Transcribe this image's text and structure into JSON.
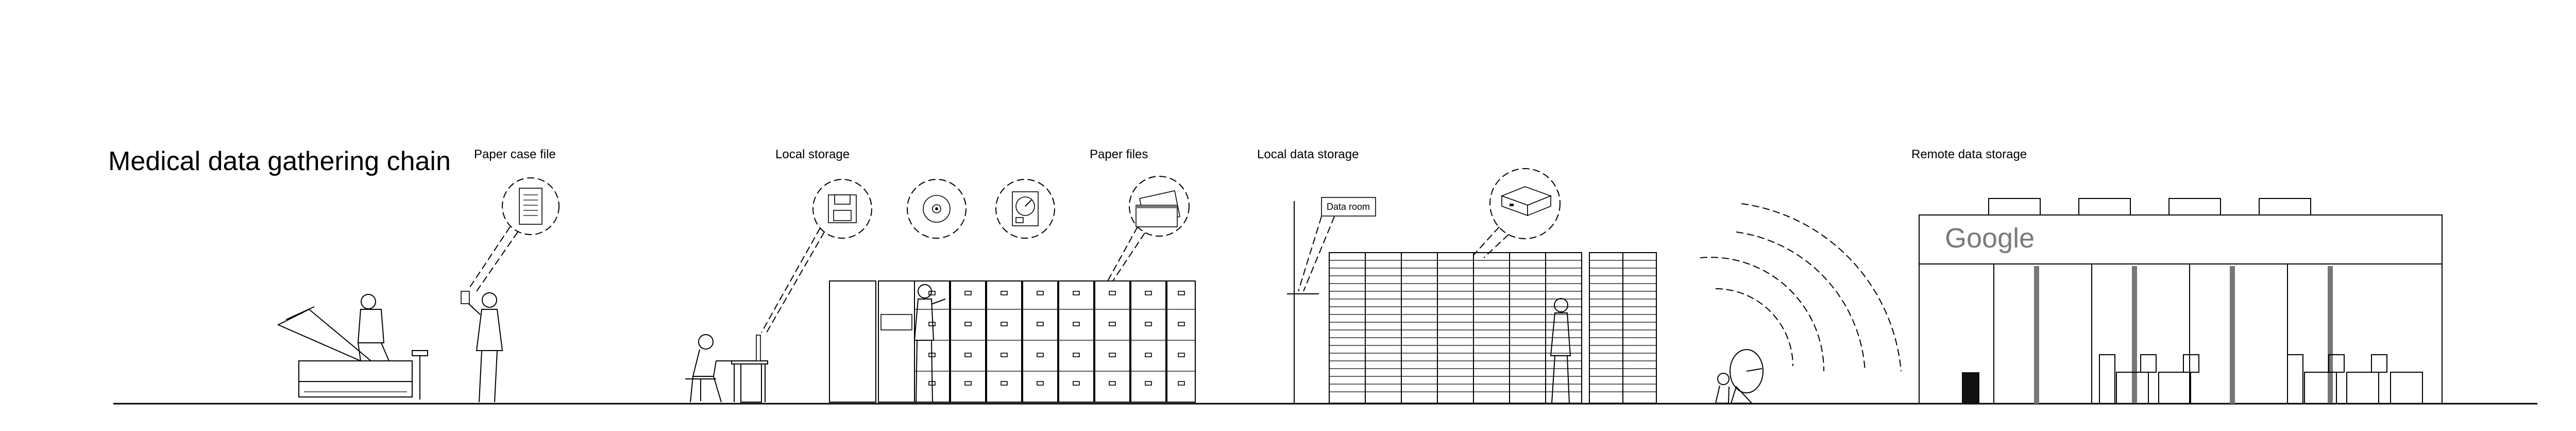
{
  "title": "Medical data gathering chain",
  "sections": {
    "paper_case_file": "Paper case file",
    "local_storage": "Local storage",
    "paper_files": "Paper files",
    "local_data_storage": "Local data storage",
    "remote_data_storage": "Remote data storage"
  },
  "tags": {
    "data_room": "Data room",
    "company_logo": "Google"
  },
  "icons": {
    "document": "document-icon",
    "floppy": "floppy-disk-icon",
    "cd": "cd-icon",
    "hard_drive": "hard-drive-icon",
    "folder": "folder-icon",
    "server": "server-icon",
    "wifi": "wireless-signal-icon"
  }
}
